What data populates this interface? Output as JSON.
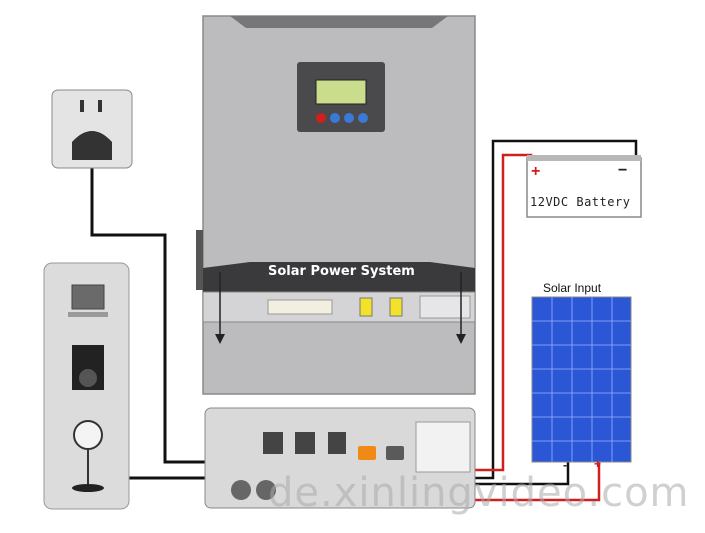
{
  "diagram": {
    "title": "Solar Power System",
    "battery_label": "12VDC Battery",
    "battery_plus": "+",
    "battery_minus": "−",
    "solar_input_label": "Solar Input",
    "pv_minus": "-",
    "pv_plus": "+",
    "watermark": "de.xinlingvideo.com"
  },
  "colors": {
    "cabinet": "#b9b9bb",
    "lcd": "#c9dd8c",
    "solar_panel": "#2b56d6",
    "positive_wire": "#d0201e",
    "negative_wire": "#111111"
  }
}
